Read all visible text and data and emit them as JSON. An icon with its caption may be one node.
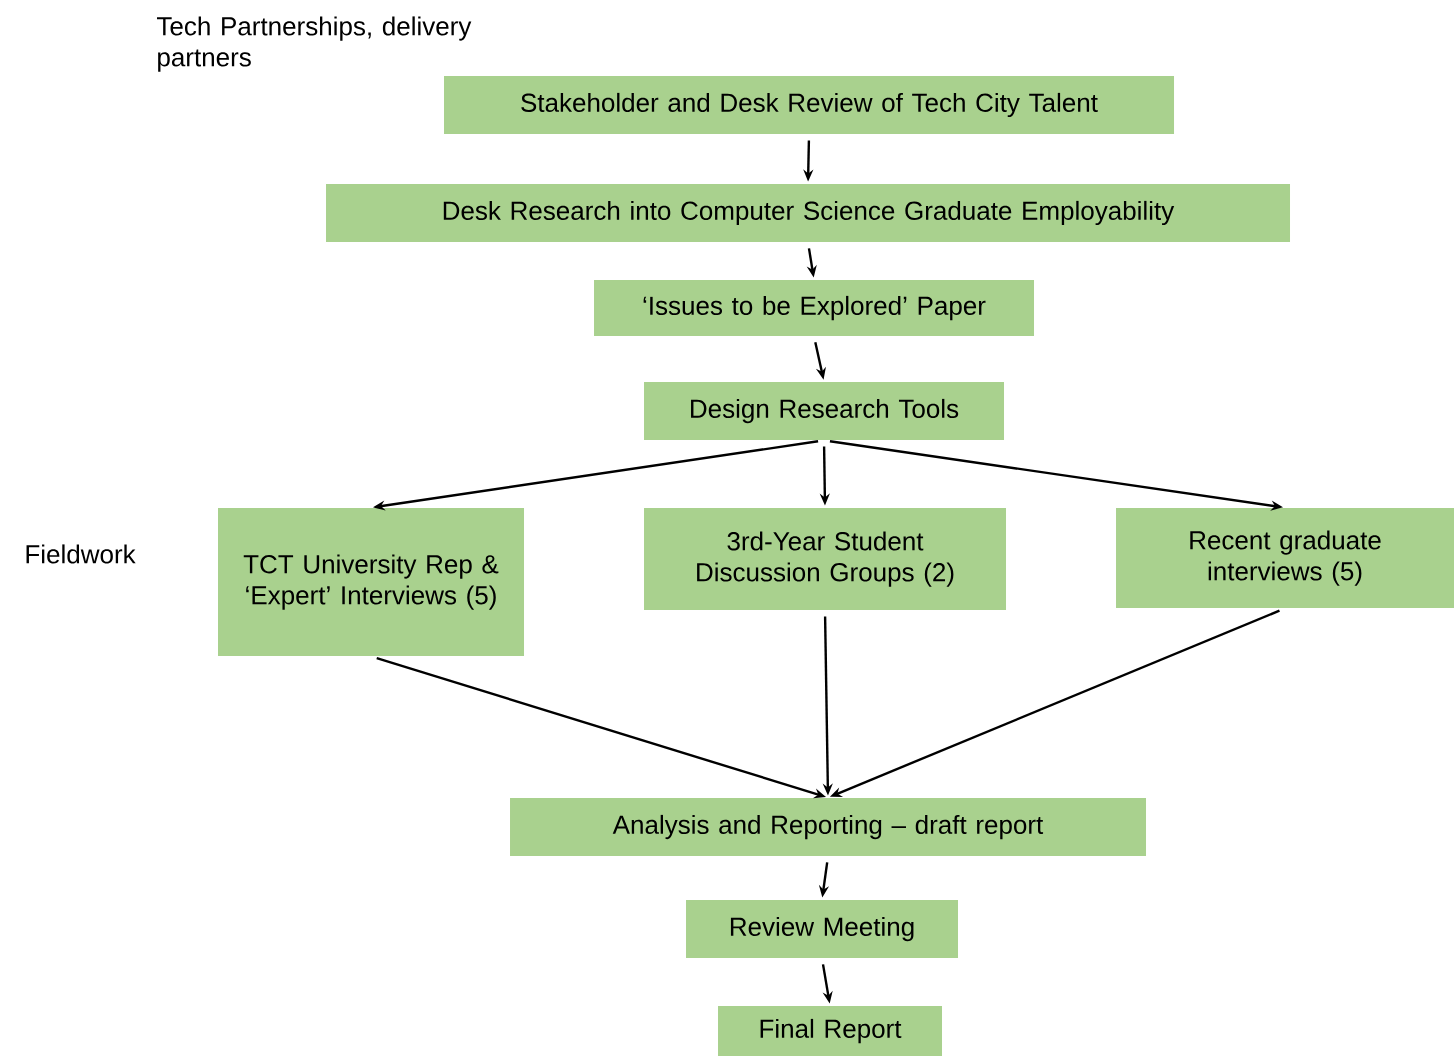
{
  "diagram": {
    "nodes": [
      {
        "text": [
          "Stakeholder and Desk Review of Tech City Talent"
        ]
      },
      {
        "text": [
          "Desk Research into Computer Science Graduate Employability"
        ]
      },
      {
        "text": [
          "‘Issues to be Explored’ Paper"
        ]
      },
      {
        "text": [
          "Design Research Tools"
        ]
      },
      {
        "text": [
          "TCT University Rep & ‘Expert’ Interviews  (5)"
        ]
      },
      {
        "text": [
          "3rd-Year Student Discussion Groups (2)"
        ]
      },
      {
        "text": [
          "Recent graduate interviews (5)"
        ]
      },
      {
        "text": [
          "Analysis and Reporting – draft report"
        ]
      },
      {
        "text": [
          "Review Meeting"
        ]
      },
      {
        "text": [
          "Final Report"
        ]
      }
    ],
    "edges": [
      {
        "from": 0,
        "to": 1,
        "arrow": "to"
      },
      {
        "from": 1,
        "to": 2,
        "arrow": "to"
      },
      {
        "from": 2,
        "to": 3,
        "arrow": "to"
      },
      {
        "from": 3,
        "to": 4,
        "arrow": "to"
      },
      {
        "from": 3,
        "to": 5,
        "arrow": "to"
      },
      {
        "from": 3,
        "to": 6,
        "arrow": "to"
      },
      {
        "from": 4,
        "to": 7,
        "arrow": "to"
      },
      {
        "from": 5,
        "to": 7,
        "arrow": "to"
      },
      {
        "from": 6,
        "to": 7,
        "arrow": "to"
      },
      {
        "from": 7,
        "to": 8,
        "arrow": "to"
      },
      {
        "from": 8,
        "to": 9,
        "arrow": "to"
      }
    ],
    "labels": [
      "Tech Partnerships, delivery partners",
      "Fieldwork"
    ]
  }
}
